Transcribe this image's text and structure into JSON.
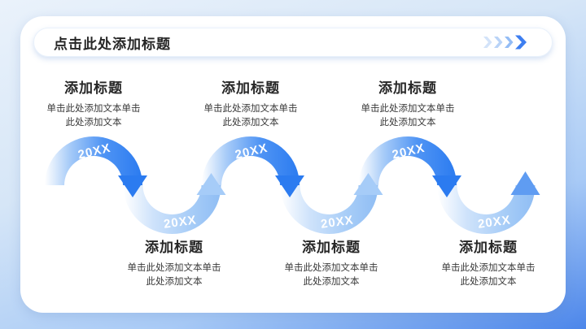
{
  "header": {
    "title": "点击此处添加标题"
  },
  "icons": {
    "header_arrow": "quad-chevron-right"
  },
  "items_top": [
    {
      "year": "20XX",
      "title": "添加标题",
      "body_line1": "单击此处添加文本单击",
      "body_line2": "此处添加文本"
    },
    {
      "year": "20XX",
      "title": "添加标题",
      "body_line1": "单击此处添加文本单击",
      "body_line2": "此处添加文本"
    },
    {
      "year": "20XX",
      "title": "添加标题",
      "body_line1": "单击此处添加文本单击",
      "body_line2": "此处添加文本"
    }
  ],
  "items_bottom": [
    {
      "year": "20XX",
      "title": "添加标题",
      "body_line1": "单击此处添加文本单击",
      "body_line2": "此处添加文本"
    },
    {
      "year": "20XX",
      "title": "添加标题",
      "body_line1": "单击此处添加文本单击",
      "body_line2": "此处添加文本"
    },
    {
      "year": "20XX",
      "title": "添加标题",
      "body_line1": "单击此处添加文本单击",
      "body_line2": "此处添加文本"
    }
  ],
  "colors": {
    "accent_blue": "#2b7bf0",
    "light_blue": "#8fbdf4",
    "final_arrow_blue": "#5f9cf2",
    "background_top": "#eaf2fb",
    "background_bottom": "#4c86ea",
    "card_background": "#ffffff",
    "title_text": "#262626",
    "body_text": "#3a3a3a",
    "wave_label_text": "#ffffff",
    "chevron_colors": [
      "#d3e3f9",
      "#b9d3f7",
      "#93bcf5",
      "#3d7ef0"
    ]
  }
}
